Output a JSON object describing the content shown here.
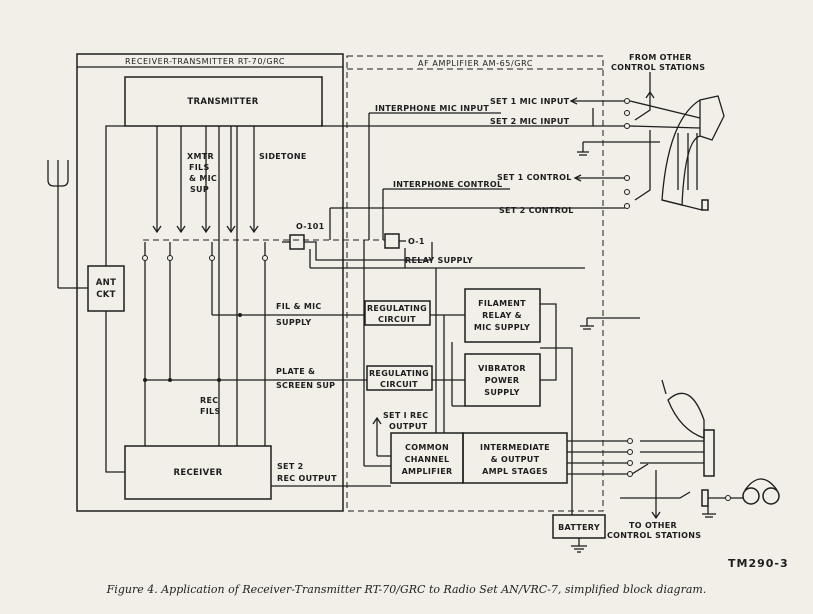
{
  "titles": {
    "rt70": "RECEIVER-TRANSMITTER RT-70/GRC",
    "af": "AF AMPLIFIER AM-65/GRC"
  },
  "blocks": {
    "transmitter": "TRANSMITTER",
    "receiver": "RECEIVER",
    "ant_ckt": [
      "ANT",
      "CKT"
    ],
    "reg_circuit_1": [
      "REGULATING",
      "CIRCUIT"
    ],
    "reg_circuit_2": [
      "REGULATING",
      "CIRCUIT"
    ],
    "filament": [
      "FILAMENT",
      "RELAY &",
      "MIC SUPPLY"
    ],
    "vibrator": [
      "VIBRATOR",
      "POWER",
      "SUPPLY"
    ],
    "common": [
      "COMMON",
      "CHANNEL",
      "AMPLIFIER"
    ],
    "intermediate": [
      "INTERMEDIATE",
      "& OUTPUT",
      "AMPL STAGES"
    ],
    "battery": "BATTERY"
  },
  "labels": {
    "from_other": [
      "FROM OTHER",
      "CONTROL STATIONS"
    ],
    "to_other": [
      "TO OTHER",
      "CONTROL STATIONS"
    ],
    "set1_mic": "SET 1 MIC INPUT",
    "set2_mic": "SET 2 MIC INPUT",
    "interphone_mic": "INTERPHONE MIC INPUT",
    "set1_control": "SET 1 CONTROL",
    "interphone_control": "INTERPHONE CONTROL",
    "set2_control": "SET 2 CONTROL",
    "xmtr_fils": [
      "XMTR",
      "FILS",
      "& MIC",
      "SUP"
    ],
    "sidetone": "SIDETONE",
    "relay_o101": "O-101",
    "relay_o1": "O-1",
    "relay_supply": "RELAY SUPPLY",
    "fil_mic": [
      "FIL & MIC",
      "SUPPLY"
    ],
    "plate_screen": [
      "PLATE &",
      "SCREEN SUP"
    ],
    "rec_fils": [
      "REC",
      "FILS"
    ],
    "set1_rec": [
      "SET I REC",
      "OUTPUT"
    ],
    "set2_rec": [
      "SET 2",
      "REC  OUTPUT"
    ]
  },
  "tm_number": "TM290-3",
  "caption": "Figure 4.   Application of Receiver-Transmitter RT-70/GRC to Radio Set AN/VRC-7, simplified block diagram."
}
